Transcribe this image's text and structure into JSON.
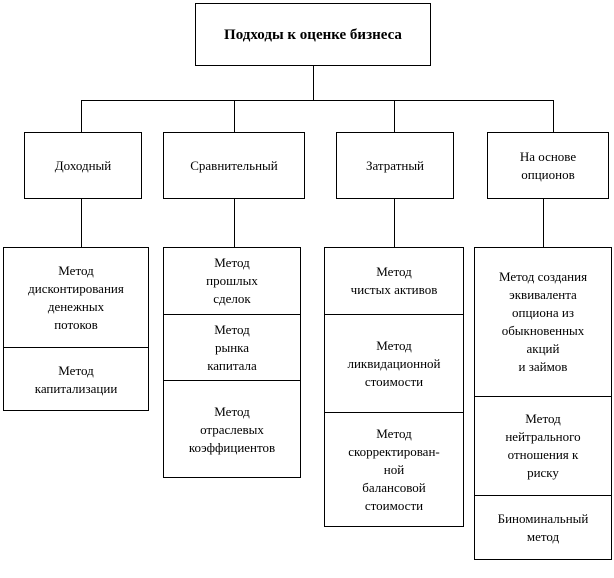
{
  "root": {
    "label": "Подходы к оценке бизнеса"
  },
  "approaches": [
    {
      "label": "Доходный"
    },
    {
      "label": "Сравнительный"
    },
    {
      "label": "Затратный"
    },
    {
      "label": "На основе\nопционов"
    }
  ],
  "methods": [
    [
      {
        "label": "Метод\nдисконтирования\nденежных\nпотоков"
      },
      {
        "label": "Метод\nкапитализации"
      }
    ],
    [
      {
        "label": "Метод\nпрошлых\nсделок"
      },
      {
        "label": "Метод\nрынка\nкапитала"
      },
      {
        "label": "Метод\nотраслевых\nкоэффициентов"
      }
    ],
    [
      {
        "label": "Метод\nчистых активов"
      },
      {
        "label": "Метод\nликвидационной\nстоимости"
      },
      {
        "label": "Метод\nскорректирован-\nной\nбалансовой\nстоимости"
      }
    ],
    [
      {
        "label": "Метод создания\nэквивалента\nопциона из\nобыкновенных\nакций\nи займов"
      },
      {
        "label": "Метод\nнейтрального\nотношения к\nриску"
      },
      {
        "label": "Биноминальный\nметод"
      }
    ]
  ]
}
